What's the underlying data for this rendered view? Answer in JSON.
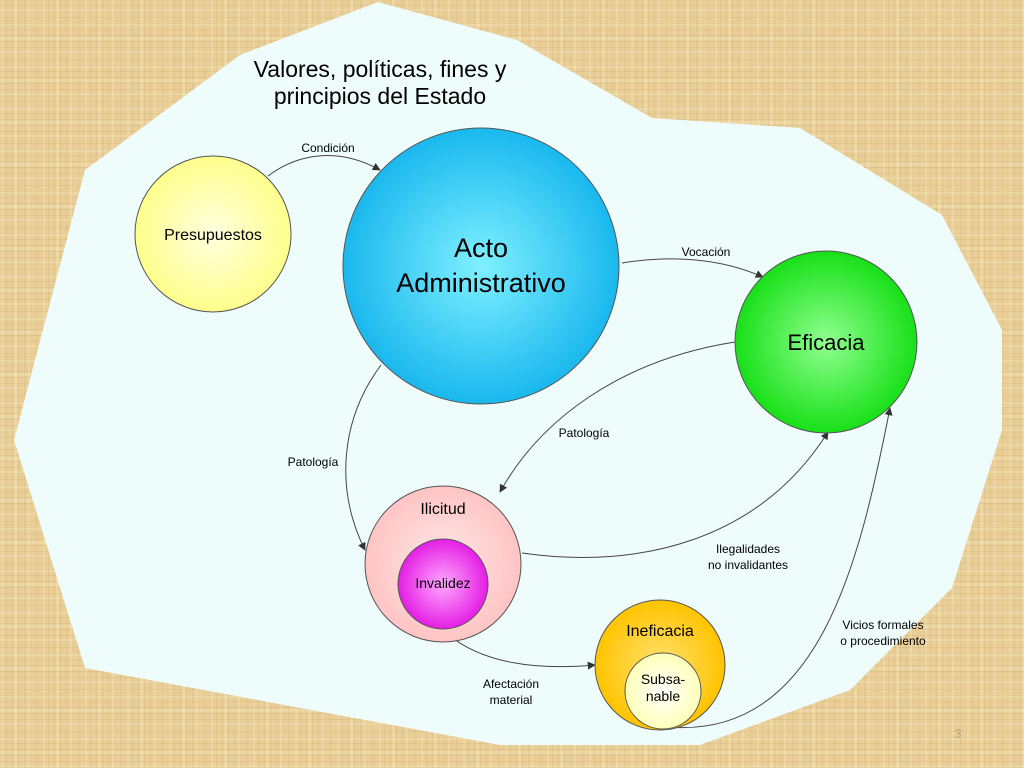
{
  "title": {
    "line1": "Valores, políticas, fines y",
    "line2": "principios del Estado"
  },
  "nodes": {
    "presupuestos": "Presupuestos",
    "acto_line1": "Acto",
    "acto_line2": "Administrativo",
    "eficacia": "Eficacia",
    "ilicitud": "Ilicitud",
    "invalidez": "Invalidez",
    "ineficacia": "Ineficacia",
    "subsanable_line1": "Subsa-",
    "subsanable_line2": "nable"
  },
  "edges": {
    "condicion": "Condición",
    "vocacion": "Vocación",
    "patologia_left": "Patología",
    "patologia_right": "Patología",
    "ilegalidades_line1": "Ilegalidades",
    "ilegalidades_line2": "no invalidantes",
    "afectacion_line1": "Afectación",
    "afectacion_line2": "material",
    "vicios_line1": "Vicios formales",
    "vicios_line2": "o procedimiento"
  },
  "slide_number": "3",
  "colors": {
    "background": "#e9cf97",
    "blob": "#eefcfc",
    "presupuestos": "#ffff99",
    "acto": "#1ec8f4",
    "eficacia": "#22ee22",
    "ilicitud": "#ffcccc",
    "invalidez": "#ee22ee",
    "ineficacia": "#ffcc00",
    "subsanable": "#ffffcc"
  }
}
